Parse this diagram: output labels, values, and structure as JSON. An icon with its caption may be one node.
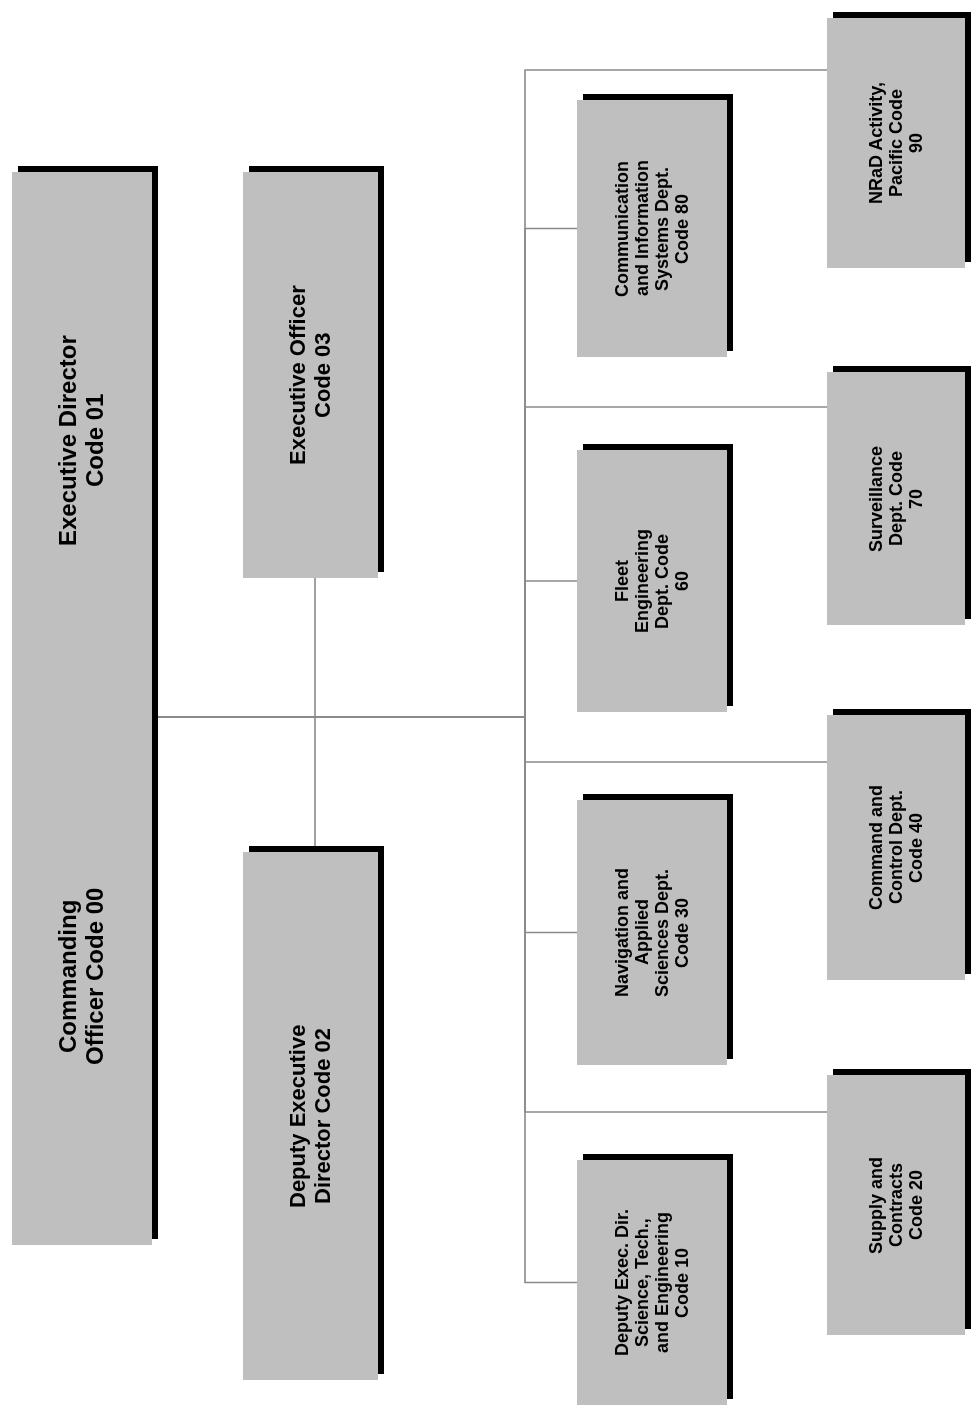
{
  "diagram": {
    "nodes": [
      {
        "text": [
          "Commanding Officer Code 00",
          "Executive Director Code 01"
        ]
      },
      {
        "text": [
          "Deputy Executive Director Code 02"
        ]
      },
      {
        "text": [
          "Executive Officer Code 03"
        ]
      },
      {
        "text": [
          "Deputy Exec. Dir. Science, Tech., and Engineering Code 10"
        ]
      },
      {
        "text": [
          "Navigation and Applied Sciences Dept. Code 30"
        ]
      },
      {
        "text": [
          "Fleet Engineering Dept. Code 60"
        ]
      },
      {
        "text": [
          "Communication and Information Systems Dept. Code 80"
        ]
      },
      {
        "text": [
          "Supply and Contracts Code 20"
        ]
      },
      {
        "text": [
          "Command and Control Dept. Code 40"
        ]
      },
      {
        "text": [
          "Surveillance Dept. Code 70"
        ]
      },
      {
        "text": [
          "NRaD Activity, Pacific Code 90"
        ]
      }
    ],
    "edges": [
      {
        "from": 0,
        "to": 1,
        "arrow": "none"
      },
      {
        "from": 0,
        "to": 2,
        "arrow": "none"
      },
      {
        "from": 0,
        "to": 3,
        "arrow": "none"
      },
      {
        "from": 0,
        "to": 4,
        "arrow": "none"
      },
      {
        "from": 0,
        "to": 5,
        "arrow": "none"
      },
      {
        "from": 0,
        "to": 6,
        "arrow": "none"
      },
      {
        "from": 0,
        "to": 7,
        "arrow": "none"
      },
      {
        "from": 0,
        "to": 8,
        "arrow": "none"
      },
      {
        "from": 0,
        "to": 9,
        "arrow": "none"
      },
      {
        "from": 0,
        "to": 10,
        "arrow": "none"
      }
    ]
  }
}
